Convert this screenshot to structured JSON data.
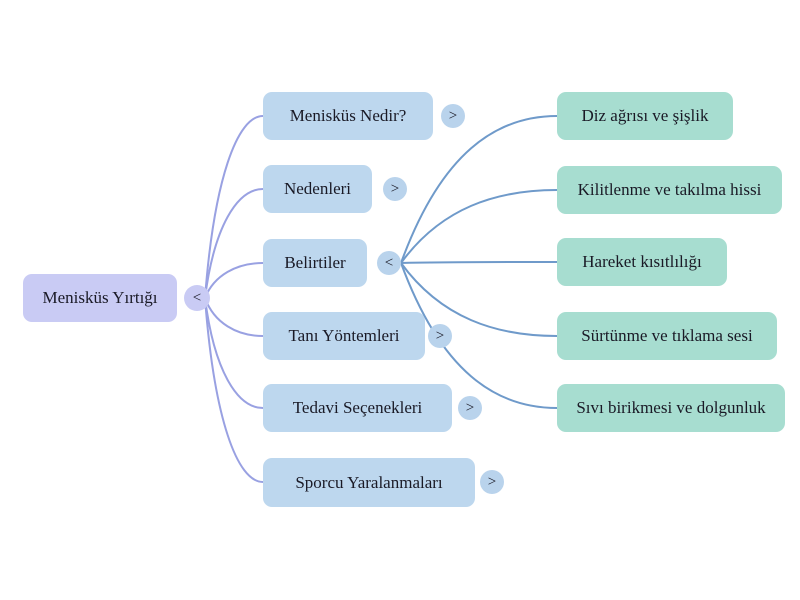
{
  "diagram": {
    "type": "mindmap",
    "background": "#ffffff",
    "text_color": "#1a1a26",
    "edge_colors": {
      "root_links": "#99a1e2",
      "symptom_links": "#6f9aca"
    },
    "root": {
      "label": "Menisküs Yırtığı",
      "fill": "#c9cbf4",
      "button_glyph": "<",
      "state": "expanded"
    },
    "topics": [
      {
        "label": "Menisküs Nedir?",
        "button_glyph": ">",
        "state": "collapsed"
      },
      {
        "label": "Nedenleri",
        "button_glyph": ">",
        "state": "collapsed"
      },
      {
        "label": "Belirtiler",
        "button_glyph": "<",
        "state": "expanded",
        "children": [
          {
            "label": "Diz ağrısı ve şişlik"
          },
          {
            "label": "Kilitlenme ve takılma hissi"
          },
          {
            "label": "Hareket kısıtlılığı"
          },
          {
            "label": "Sürtünme ve tıklama sesi"
          },
          {
            "label": "Sıvı birikmesi ve dolgunluk"
          }
        ]
      },
      {
        "label": "Tanı Yöntemleri",
        "button_glyph": ">",
        "state": "collapsed"
      },
      {
        "label": "Tedavi Seçenekleri",
        "button_glyph": ">",
        "state": "collapsed"
      },
      {
        "label": "Sporcu Yaralanmaları",
        "button_glyph": ">",
        "state": "collapsed"
      }
    ],
    "topic_fill": "#bdd7ee",
    "symptom_fill": "#a7ddd0"
  }
}
